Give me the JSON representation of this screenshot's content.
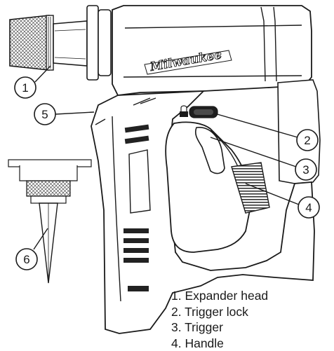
{
  "brand": {
    "logo_text": "Milwaukee"
  },
  "callouts": [
    "1",
    "2",
    "3",
    "4",
    "5",
    "6"
  ],
  "legend": {
    "items": [
      "1. Expander head",
      "2. Trigger lock",
      "3. Trigger",
      "4. Handle"
    ]
  }
}
